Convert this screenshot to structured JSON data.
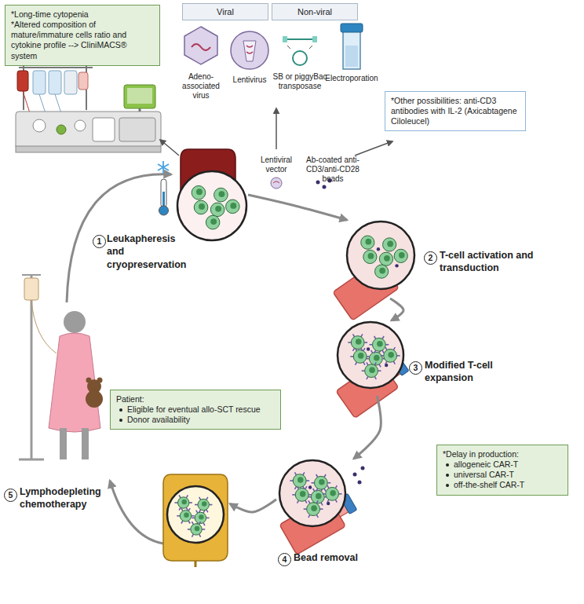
{
  "diagram": {
    "nodes": [
      {
        "text": [
          "*Long-time cytopenia",
          "*Altered composition of mature/immature cells ratio and cytokine profile --> CliniMACS® system"
        ]
      },
      {
        "text": [
          "Viral"
        ]
      },
      {
        "text": [
          "Non-viral"
        ]
      },
      {
        "text": [
          "*Other possibilities: anti-CD3 antibodies with IL-2 (Axicabtagene Ciloleucel)"
        ]
      },
      {
        "text": [
          "1",
          "Leukapheresis and cryopreservation"
        ]
      },
      {
        "text": [
          "2",
          "T-cell activation and transduction"
        ]
      },
      {
        "text": [
          "3",
          "Modified T-cell expansion"
        ]
      },
      {
        "text": [
          "4",
          "Bead removal"
        ]
      },
      {
        "text": [
          "*Delay in production:",
          "allogeneic CAR-T",
          "universal CAR-T",
          "off-the-shelf CAR-T"
        ]
      },
      {
        "text": [
          "5",
          "Lymphodepleting chemotherapy"
        ]
      },
      {
        "text": [
          "Patient:",
          "Eligible for eventual allo-SCT rescue",
          "Donor availability"
        ]
      }
    ],
    "edges": [
      {
        "from": 4,
        "to": 5,
        "arrow": "to"
      },
      {
        "from": 5,
        "to": 6,
        "arrow": "to"
      },
      {
        "from": 6,
        "to": 7,
        "arrow": "to"
      },
      {
        "from": 7,
        "to": 9,
        "arrow": "to"
      }
    ],
    "labels": [
      "Adeno-associated virus",
      "Lentivirus",
      "SB or piggyBac transposase",
      "Electroporation",
      "Lentiviral vector",
      "Ab-coated anti-CD3/anti-CD28 beads"
    ]
  }
}
